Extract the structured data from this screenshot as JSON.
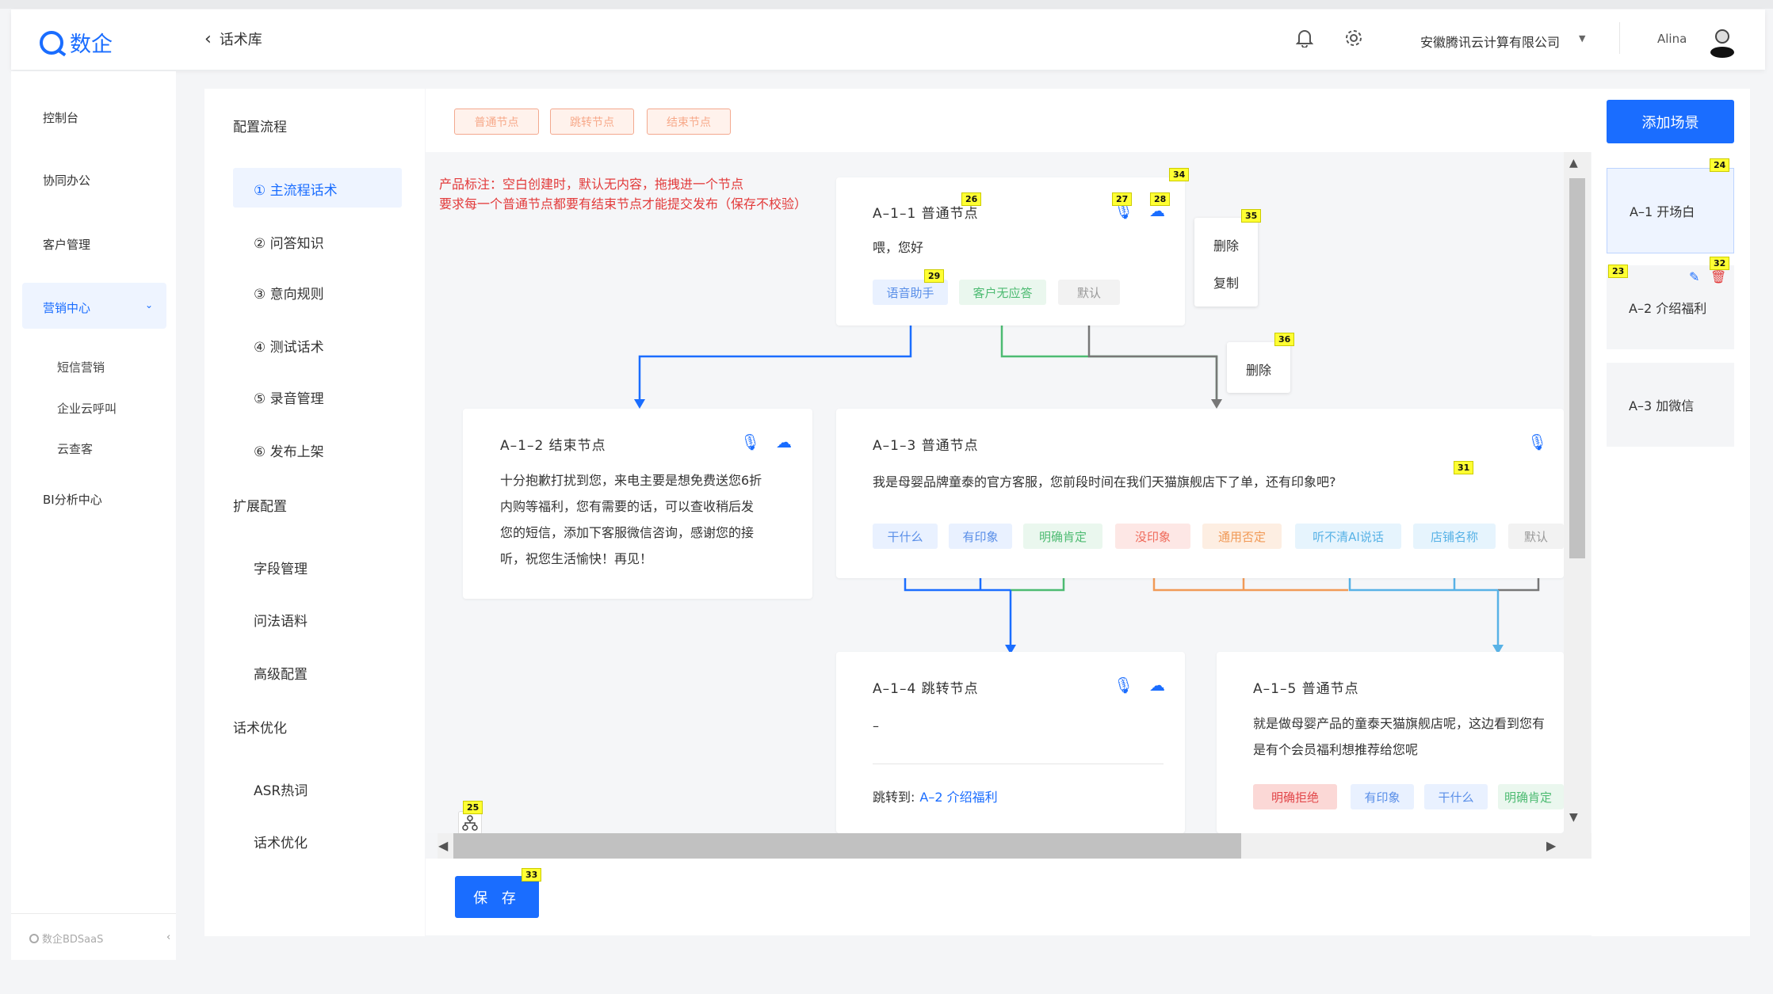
{
  "header": {
    "brand": "数企",
    "back_label": "话术库",
    "company": "安徽腾讯云计算有限公司",
    "user": "Alina",
    "icons": [
      "bell-icon",
      "gear-icon"
    ]
  },
  "sidebar": {
    "items": [
      "控制台",
      "协同办公",
      "客户管理",
      "营销中心",
      "BI分析中心"
    ],
    "sub_items": [
      "短信营销",
      "企业云呼叫",
      "云查客"
    ],
    "footer": "数企BDSaaS"
  },
  "config": {
    "section1": "配置流程",
    "steps": [
      "① 主流程话术",
      "② 问答知识",
      "③ 意向规则",
      "④ 测试话术",
      "⑤ 录音管理",
      "⑥ 发布上架"
    ],
    "section2": "扩展配置",
    "ext": [
      "字段管理",
      "问法语料",
      "高级配置"
    ],
    "section3": "话术优化",
    "opt": [
      "ASR热词",
      "话术优化"
    ]
  },
  "toolbar": {
    "node_types": [
      "普通节点",
      "跳转节点",
      "结束节点"
    ]
  },
  "note": {
    "line1": "产品标注：空白创建时，默认无内容，拖拽进一个节点",
    "line2": "要求每一个普通节点都要有结束节点才能提交发布（保存不校验）"
  },
  "nodes": {
    "n1": {
      "title": "A–1–1  普通节点",
      "text": "喂，您好",
      "chips": [
        "语音助手",
        "客户无应答",
        "默认"
      ]
    },
    "n2": {
      "title": "A–1–2  结束节点",
      "text": [
        "十分抱歉打扰到您，来电主要是想免费送您6折",
        "内购等福利，您有需要的话，可以查收稍后发",
        "您的短信，添加下客服微信咨询，感谢您的接",
        "听，祝您生活愉快！再见！"
      ]
    },
    "n3": {
      "title": "A–1–3  普通节点",
      "text": "我是母婴品牌童泰的官方客服，您前段时间在我们天猫旗舰店下了单，还有印象吧?",
      "chips": [
        "干什么",
        "有印象",
        "明确肯定",
        "没印象",
        "通用否定",
        "听不清AI说话",
        "店铺名称",
        "默认"
      ]
    },
    "n4": {
      "title": "A–1–4  跳转节点",
      "text": "–",
      "jump_label": "跳转到:",
      "jump_target": "A–2 介绍福利"
    },
    "n5": {
      "title": "A–1–5  普通节点",
      "text": [
        "就是做母婴产品的童泰天猫旗舰店呢，这边看到您有",
        "是有个会员福利想推荐给您呢"
      ],
      "chips": [
        "明确拒绝",
        "有印象",
        "干什么",
        "明确肯定"
      ]
    }
  },
  "menus": {
    "node_menu": [
      "删除",
      "复制"
    ],
    "edge_menu": [
      "删除"
    ]
  },
  "scenes": {
    "add_label": "添加场景",
    "items": [
      "A–1 开场白",
      "A–2 介绍福利",
      "A–3 加微信"
    ]
  },
  "save_label": "保 存",
  "badges": {
    "b24": "24",
    "b23": "23",
    "b25": "25",
    "b26": "26",
    "b27": "27",
    "b28": "28",
    "b29": "29",
    "b31": "31",
    "b32": "32",
    "b33": "33",
    "b34": "34",
    "b35": "35",
    "b36": "36"
  },
  "colors": {
    "primary": "#1a6dff",
    "note_red": "#e23a3a",
    "edge_blue": "#1a6dff",
    "edge_green": "#4dbb72",
    "edge_gray": "#777777",
    "edge_orange": "#f19a57",
    "edge_lblue": "#58b2e6",
    "edge_red": "#e2474a"
  }
}
